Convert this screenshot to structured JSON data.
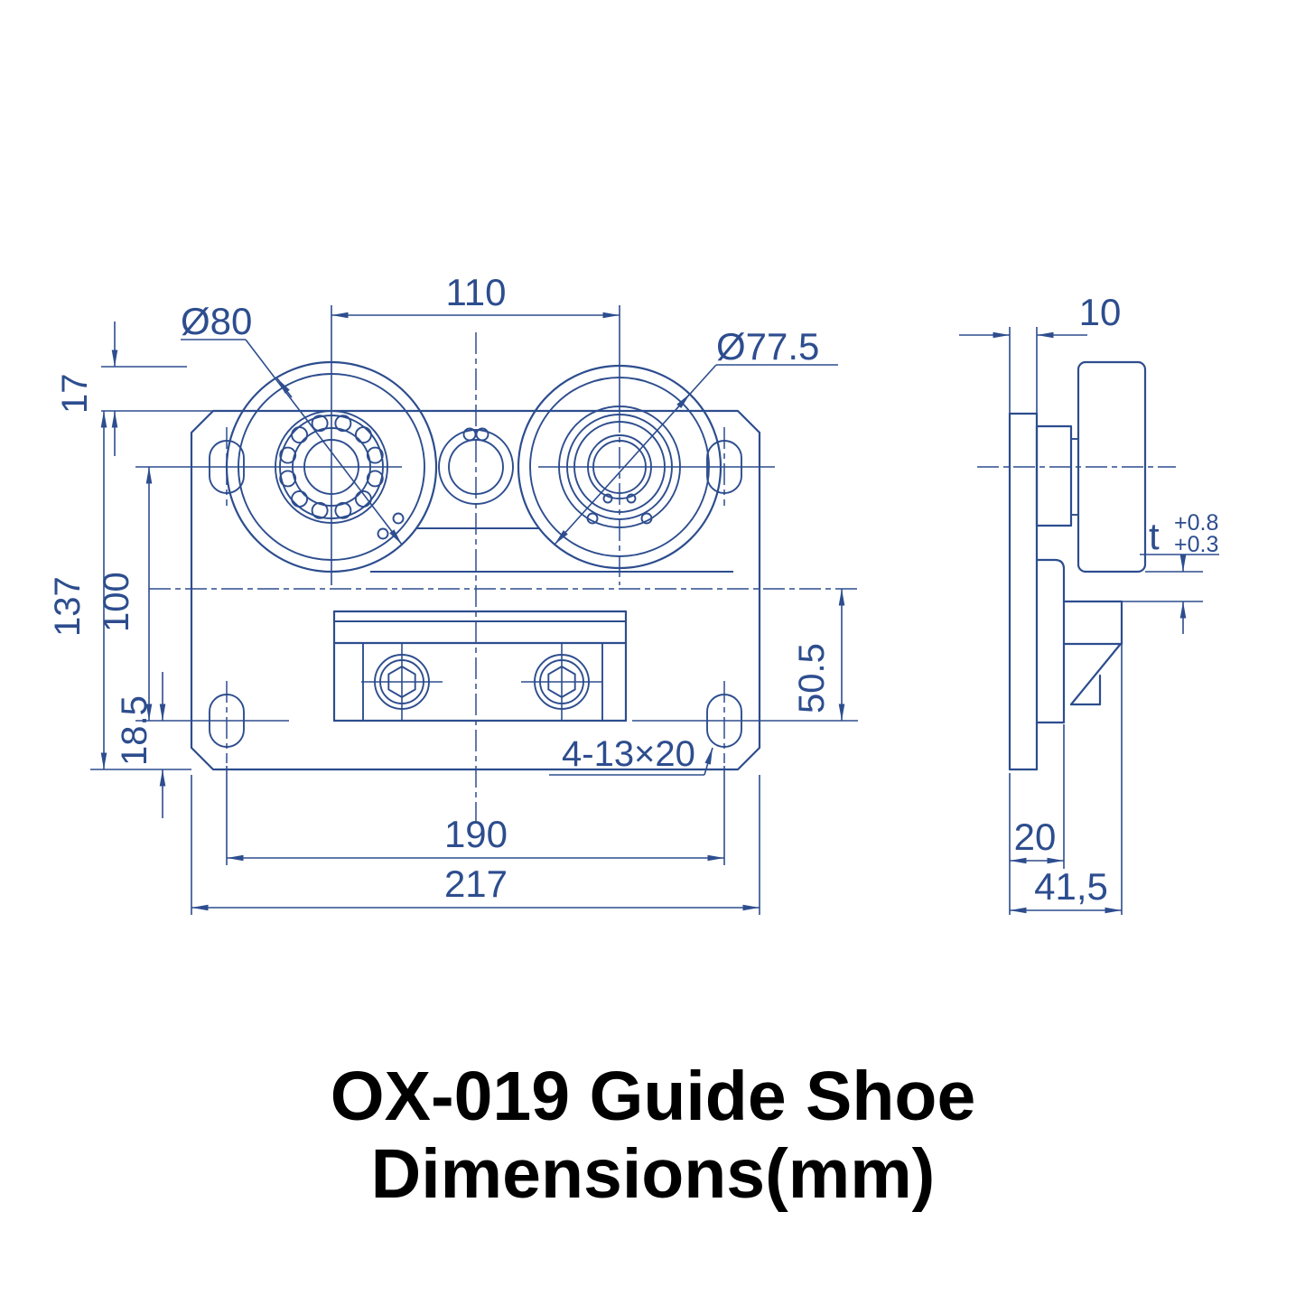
{
  "title": {
    "line1": "OX-019 Guide Shoe",
    "line2": "Dimensions(mm)"
  },
  "colors": {
    "line": "#2d4d8e",
    "title": "#000000",
    "background": "#ffffff"
  },
  "front_view": {
    "dimensions": {
      "roller_center_spacing": "110",
      "left_roller_diameter": "Ø80",
      "right_roller_diameter": "Ø77.5",
      "roller_top_to_plate_top": "17",
      "plate_height": "137",
      "slot_row_spacing": "100",
      "bottom_slot_to_plate_bottom": "18.5",
      "centerline_to_bracket_bottom": "50.5",
      "slot_horizontal_spacing": "190",
      "plate_width": "217",
      "slot_spec": "4-13×20"
    }
  },
  "side_view": {
    "dimensions": {
      "plate_thickness": "10",
      "rail_gap_symbol": "t",
      "rail_gap_tolerance_upper": "+0.8",
      "rail_gap_tolerance_lower": "+0.3",
      "boss_depth": "20",
      "overall_depth": "41,5"
    }
  }
}
